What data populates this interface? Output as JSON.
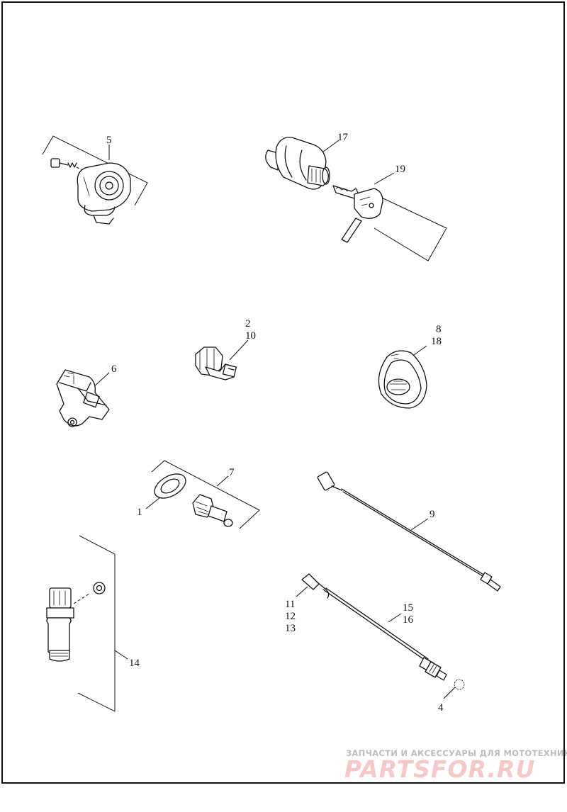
{
  "callouts": {
    "c5": "5",
    "c17": "17",
    "c19": "19",
    "c2": "2",
    "c10": "10",
    "c8": "8",
    "c18": "18",
    "c6": "6",
    "c7": "7",
    "c1": "1",
    "c9": "9",
    "c14": "14",
    "c11": "11",
    "c12": "12",
    "c13": "13",
    "c15": "15",
    "c16": "16",
    "c4": "4"
  },
  "watermark": {
    "caption": "ЗАПЧАСТИ И АКСЕССУАРЫ ДЛЯ МОТОТЕХНИКИ",
    "logo": "PARTSFOR.RU"
  },
  "colors": {
    "line": "#111111",
    "watermark_caption": "#bdbdbd",
    "watermark_logo": "#f6c9c9"
  }
}
